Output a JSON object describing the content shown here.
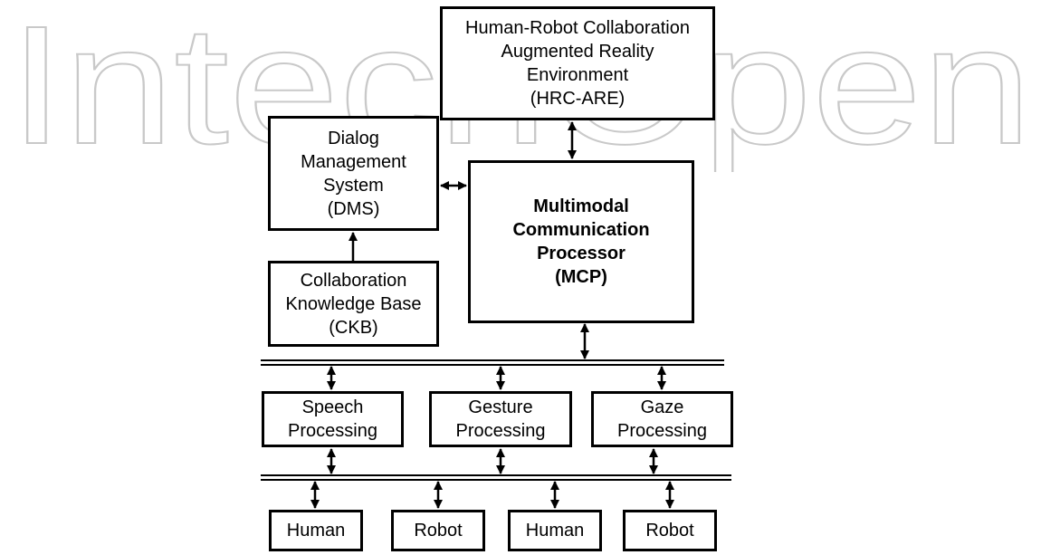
{
  "watermark": {
    "text": "IntechOpen"
  },
  "boxes": {
    "hrc_are": {
      "lines": [
        "Human-Robot Collaboration",
        "Augmented Reality",
        "Environment",
        "(HRC-ARE)"
      ]
    },
    "dms": {
      "lines": [
        "Dialog",
        "Management",
        "System",
        "(DMS)"
      ]
    },
    "mcp": {
      "lines": [
        "Multimodal",
        "Communication",
        "Processor",
        "(MCP)"
      ]
    },
    "ckb": {
      "lines": [
        "Collaboration",
        "Knowledge Base",
        "(CKB)"
      ]
    },
    "speech": {
      "lines": [
        "Speech",
        "Processing"
      ]
    },
    "gesture": {
      "lines": [
        "Gesture",
        "Processing"
      ]
    },
    "gaze": {
      "lines": [
        "Gaze",
        "Processing"
      ]
    },
    "human1": {
      "lines": [
        "Human"
      ]
    },
    "robot1": {
      "lines": [
        "Robot"
      ]
    },
    "human2": {
      "lines": [
        "Human"
      ]
    },
    "robot2": {
      "lines": [
        "Robot"
      ]
    }
  }
}
